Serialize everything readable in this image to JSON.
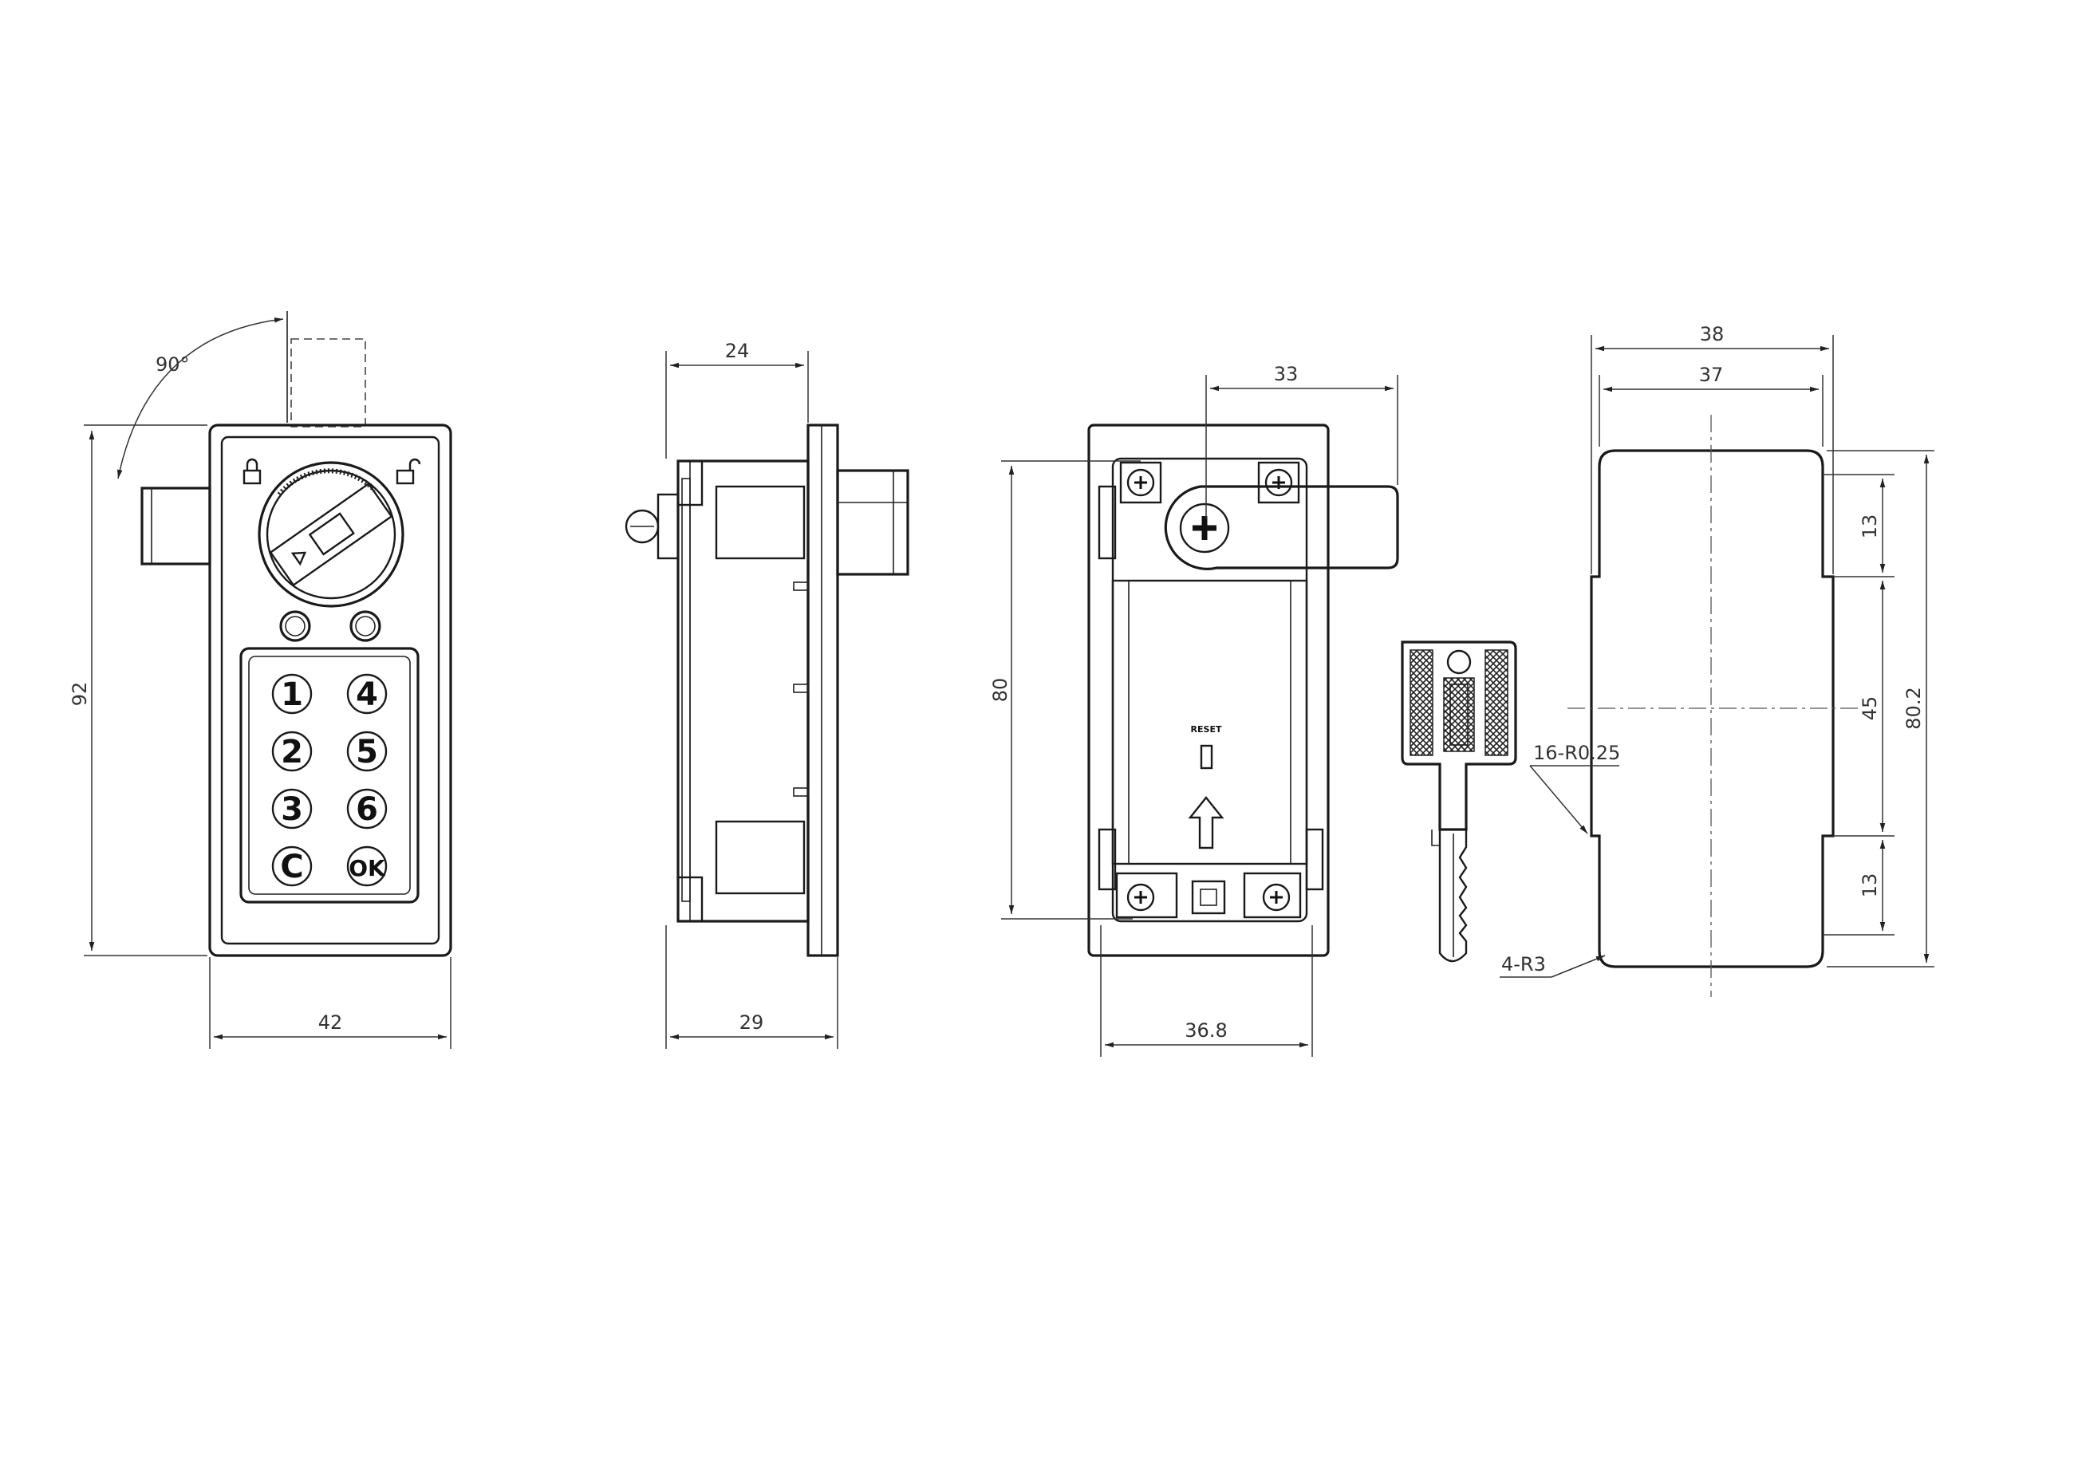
{
  "front_view": {
    "angle_label": "90°",
    "height_label": "92",
    "width_label": "42",
    "keypad": [
      "1",
      "4",
      "2",
      "5",
      "3",
      "6",
      "C",
      "OK"
    ]
  },
  "side_view": {
    "top_label": "24",
    "bottom_label": "29"
  },
  "back_view": {
    "top_label": "33",
    "height_label": "80",
    "bottom_label": "36.8",
    "reset_label": "RESET"
  },
  "cutout_view": {
    "outer_width_label": "38",
    "inner_width_label": "37",
    "top_segment_label": "13",
    "middle_segment_label": "45",
    "bottom_segment_label": "13",
    "height_label": "80.2",
    "small_radius_label": "16-R0.25",
    "corner_radius_label": "4-R3"
  }
}
